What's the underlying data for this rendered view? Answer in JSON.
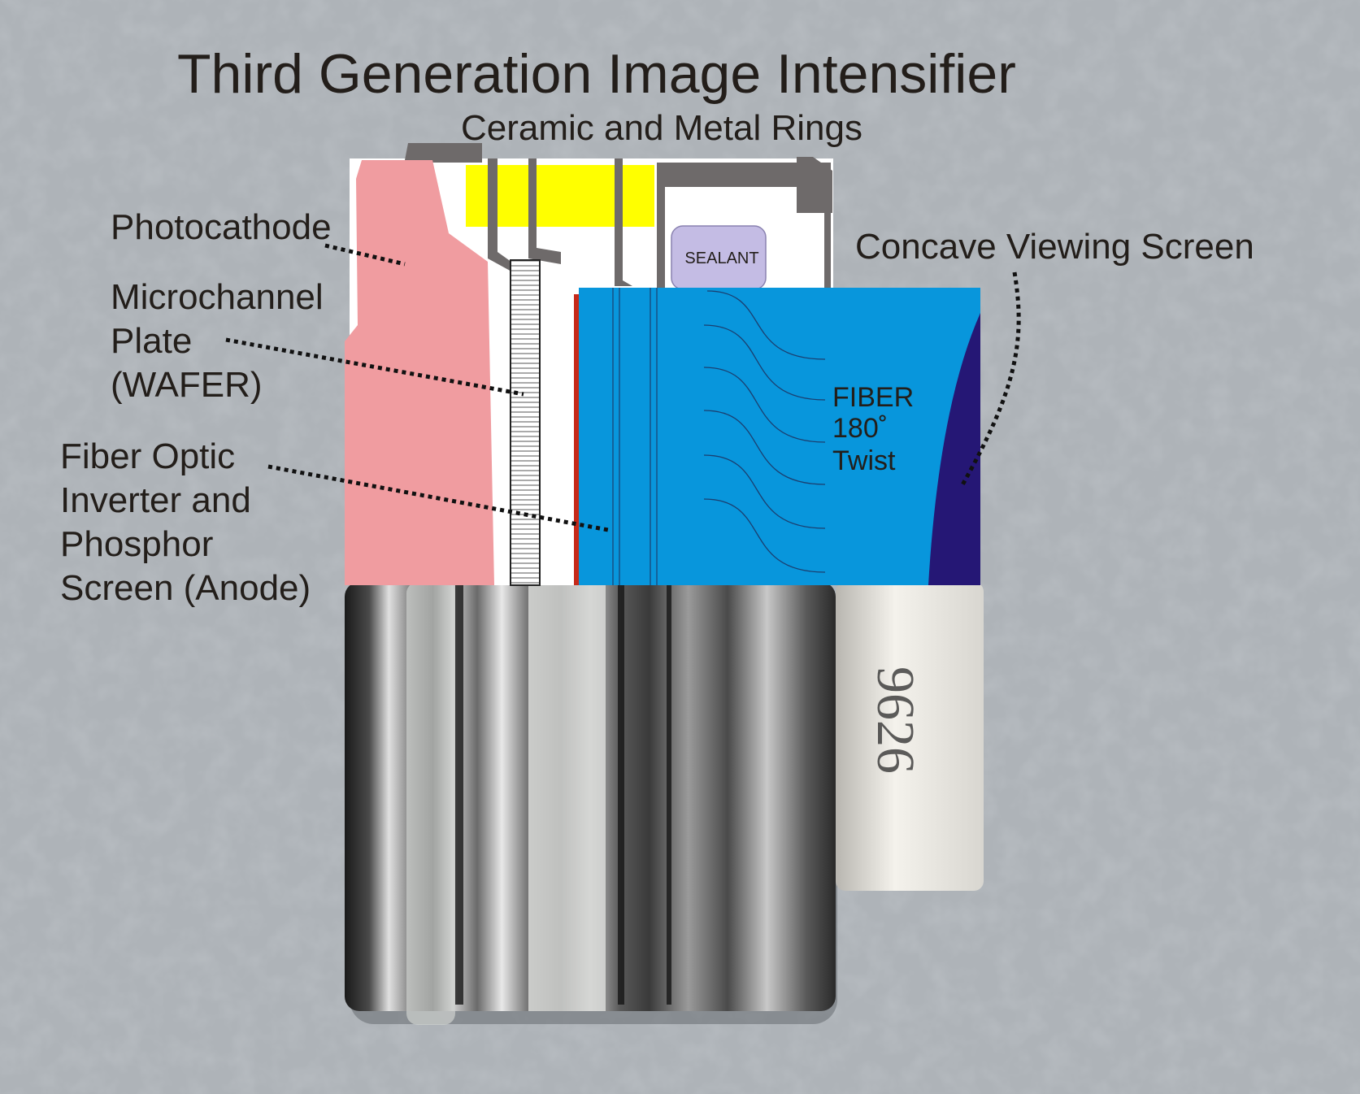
{
  "title": "Third Generation Image Intensifier",
  "subtitle": "Ceramic and Metal Rings",
  "labels": {
    "photocathode": "Photocathode",
    "mcp_line1": "Microchannel",
    "mcp_line2": "Plate",
    "mcp_line3": "(WAFER)",
    "fiber_line1": "Fiber Optic",
    "fiber_line2": "Inverter and",
    "fiber_line3": "Phosphor",
    "fiber_line4": "Screen (Anode)",
    "concave_screen": "Concave Viewing Screen",
    "sealant": "SEALANT",
    "twist_line1": "FIBER",
    "twist_line2": "180˚",
    "twist_line3": "Twist"
  },
  "photo_markings": {
    "handwriting": "9626"
  },
  "colors": {
    "background": "#aeb3b8",
    "photocathode": "#f09ca0",
    "ceramic_ring": "#ffff00",
    "metal_ring": "#6e6a6a",
    "sealant": "#c4bce4",
    "fiber_inverter": "#0896dc",
    "concave_screen": "#251775",
    "leader_dots": "#111111",
    "label_text": "#231e1a"
  }
}
